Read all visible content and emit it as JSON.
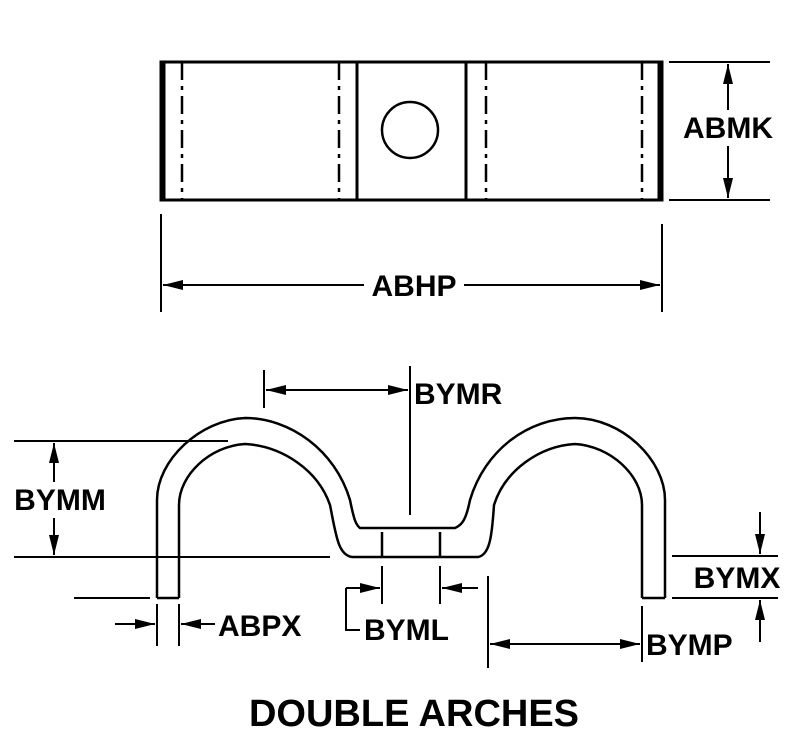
{
  "labels": {
    "abmk": "ABMK",
    "abhp": "ABHP",
    "bymr": "BYMR",
    "bymm": "BYMM",
    "bymx": "BYMX",
    "abpx": "ABPX",
    "byml": "BYML",
    "bymp": "BYMP"
  },
  "caption": "DOUBLE ARCHES"
}
